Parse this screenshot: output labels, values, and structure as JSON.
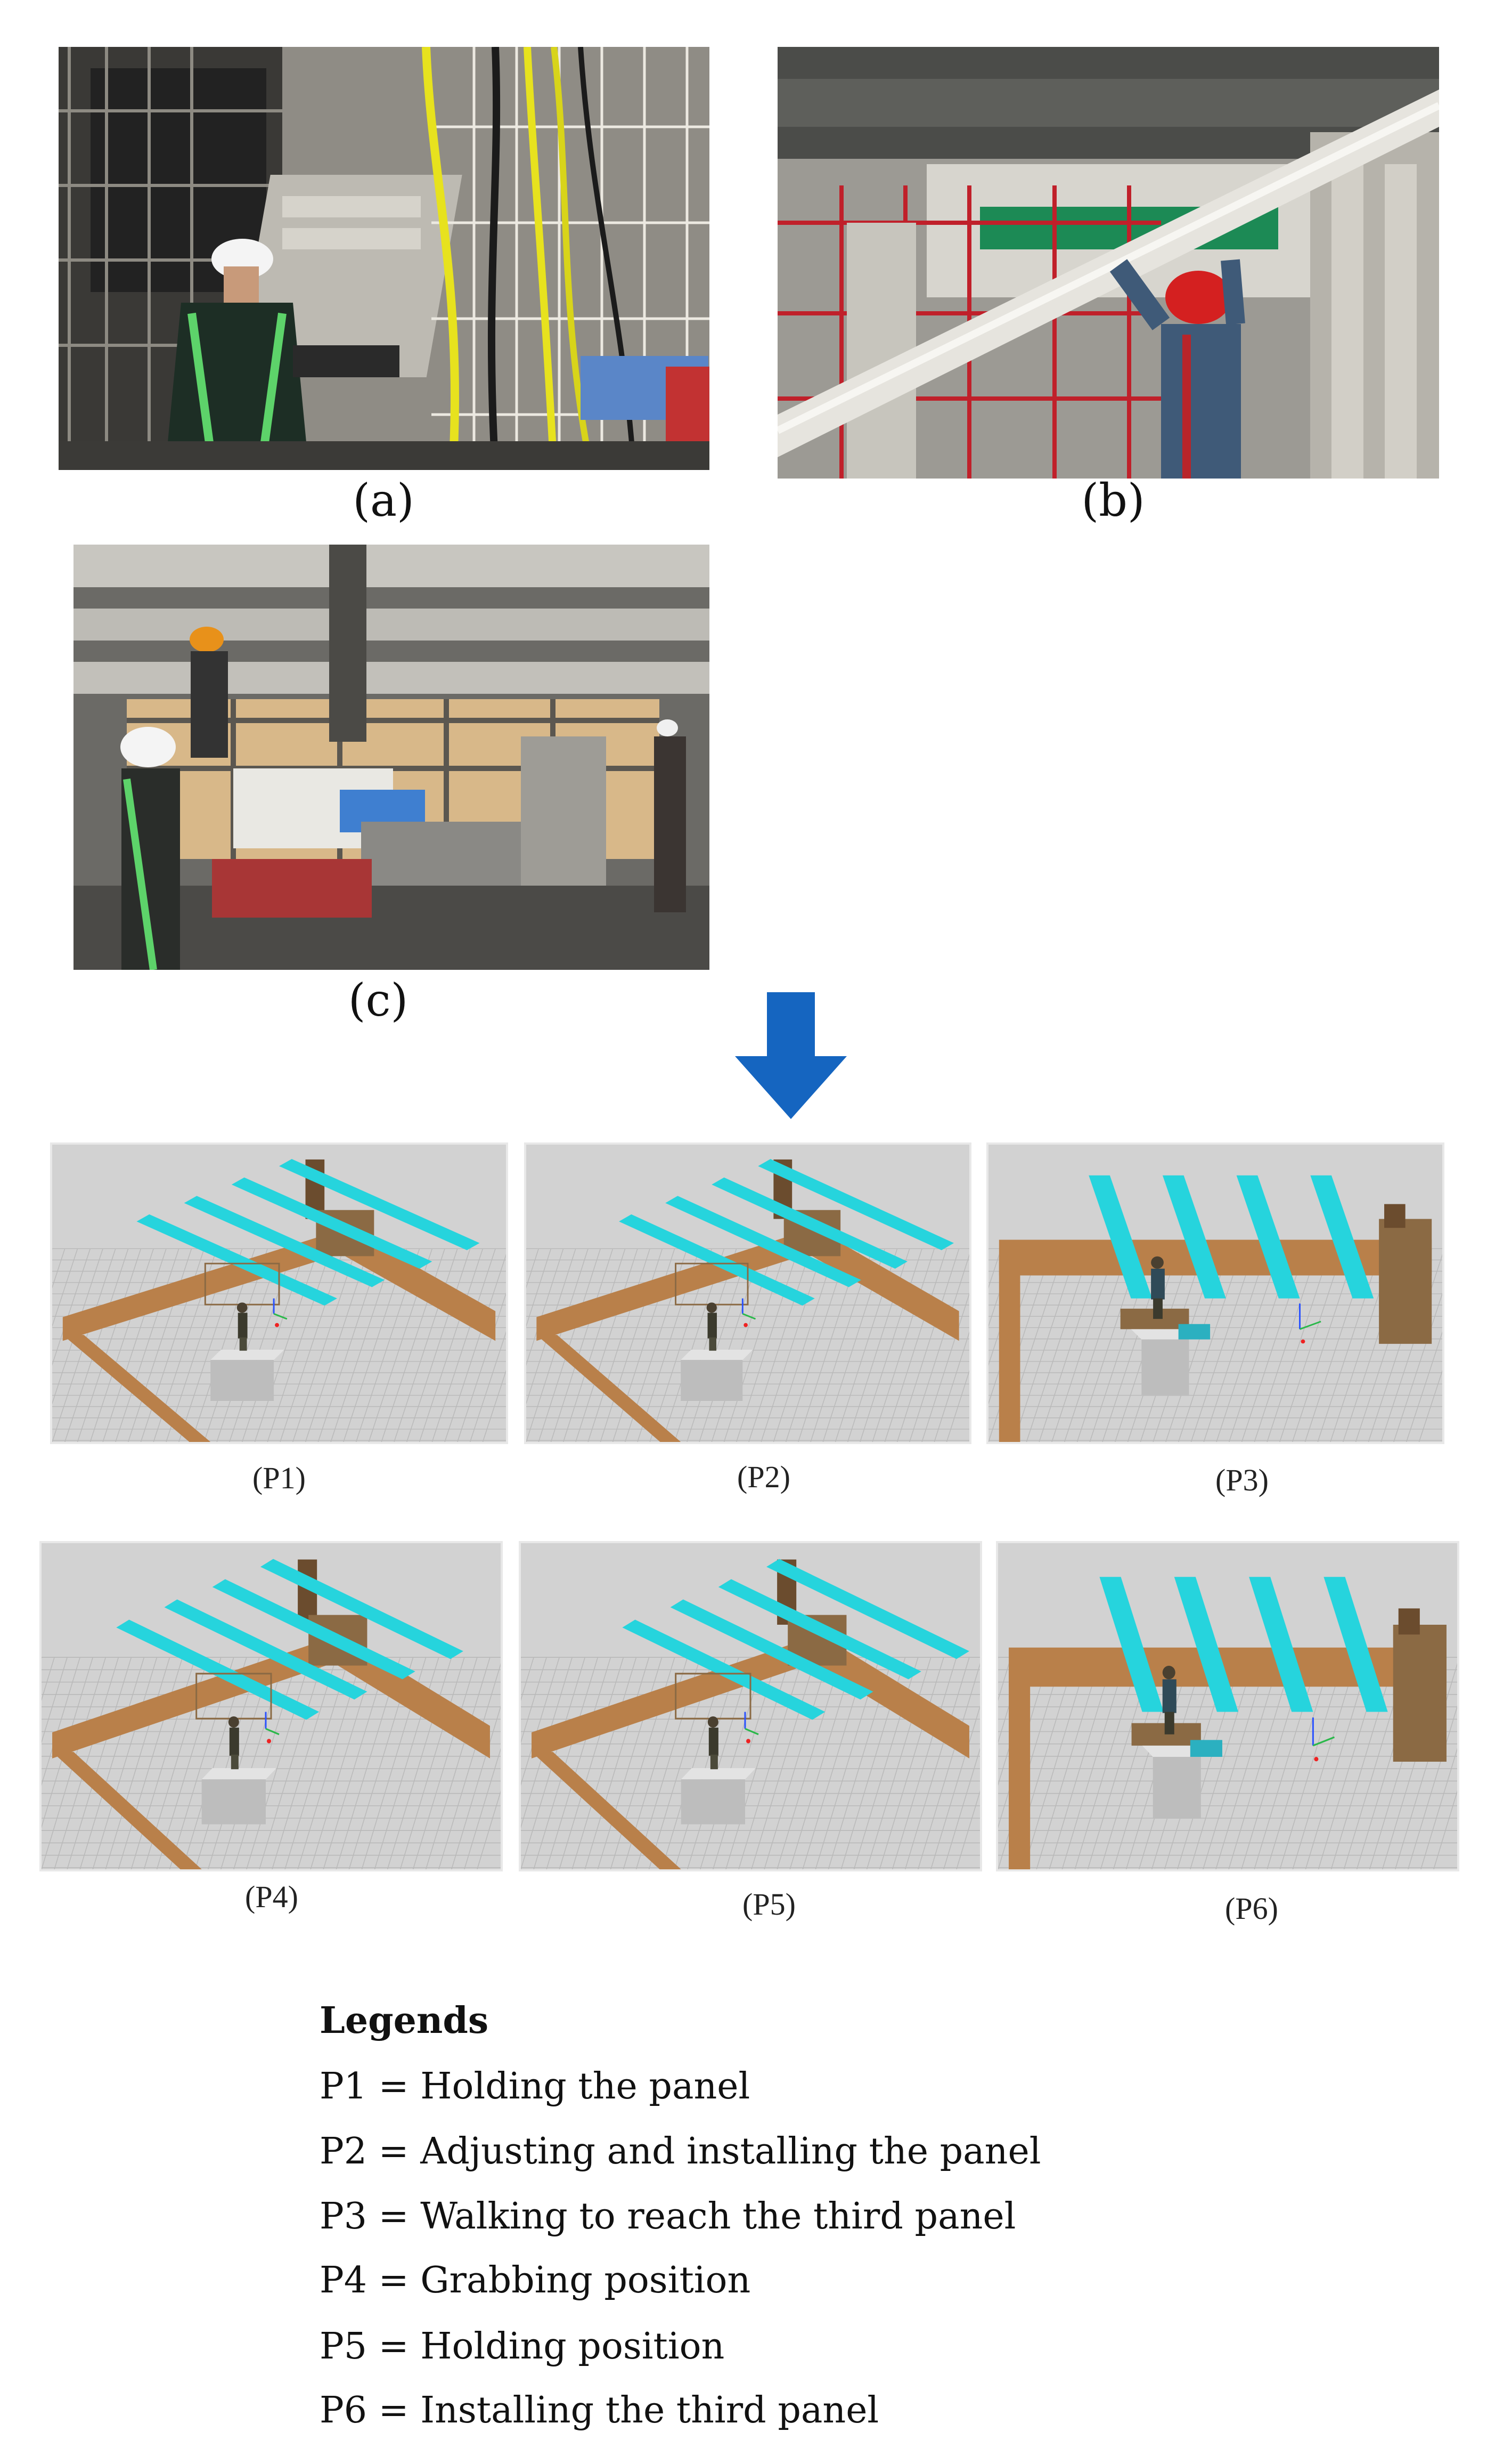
{
  "photos": [
    {
      "label": "(a)"
    },
    {
      "label": "(b)"
    },
    {
      "label": "(c)"
    }
  ],
  "arrow": {
    "color": "#1565c0"
  },
  "scenes": [
    {
      "label": "(P1)"
    },
    {
      "label": "(P2)"
    },
    {
      "label": "(P3)"
    },
    {
      "label": "(P4)"
    },
    {
      "label": "(P5)"
    },
    {
      "label": "(P6)"
    }
  ],
  "legend": {
    "title": "Legends",
    "items": [
      "P1 = Holding the panel",
      "P2 = Adjusting and installing the panel",
      "P3 = Walking to reach the third panel",
      "P4 = Grabbing position",
      "P5 = Holding position",
      "P6 = Installing the third panel"
    ]
  },
  "colors": {
    "beam": "#26d4dd",
    "wall": "#b9804a",
    "floor": "#c4c4c4",
    "helmet_white": "#f2f2f2",
    "helmet_red": "#d42020",
    "helmet_orange": "#e8911a",
    "vest_green": "#2fa64a",
    "scaffold_red": "#c0202a"
  }
}
